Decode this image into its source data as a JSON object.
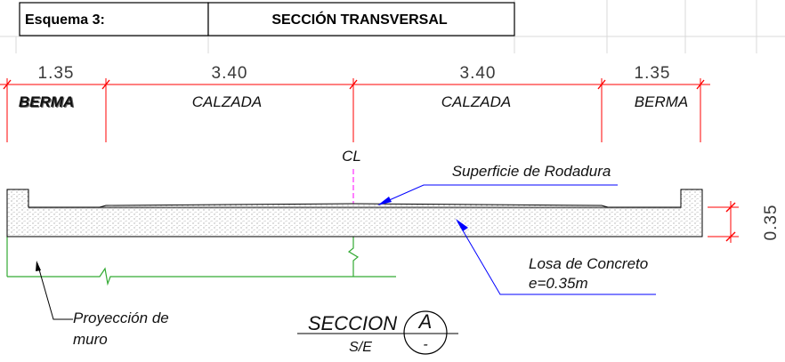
{
  "header": {
    "label": "Esquema 3:",
    "title": "SECCIÓN TRANSVERSAL"
  },
  "dimensions": {
    "top": [
      "1.35",
      "3.40",
      "3.40",
      "1.35"
    ],
    "thickness": "0.35"
  },
  "zones": [
    "BERMA",
    "CALZADA",
    "CALZADA",
    "BERMA"
  ],
  "annotations": {
    "centerline": "CL",
    "surface": "Superficie de Rodadura",
    "slab_line1": "Losa de Concreto",
    "slab_line2": "e=0.35m",
    "wall_line1": "Proyección de",
    "wall_line2": "muro"
  },
  "section_tag": {
    "name": "SECCION",
    "letter": "A",
    "sheet": "-",
    "scale": "S/E"
  },
  "colors": {
    "dimension": "#ff0000",
    "leader": "#0000ff",
    "wall": "#33aa33",
    "centerline": "#ff00ff",
    "concrete_dots": "#7a7a7a"
  }
}
